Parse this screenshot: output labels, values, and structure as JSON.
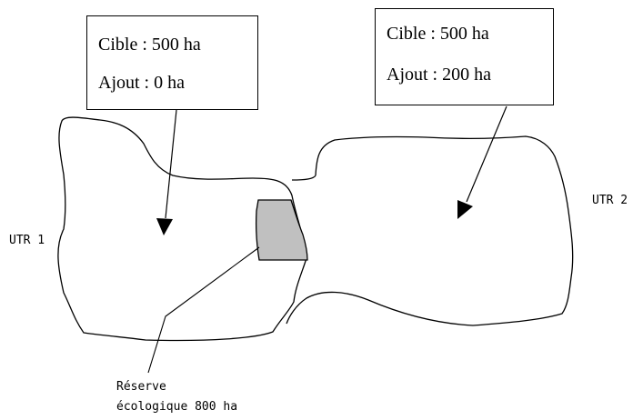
{
  "targets": {
    "left": {
      "cible": "Cible : 500 ha",
      "ajout": "Ajout : 0 ha"
    },
    "right": {
      "cible": "Cible : 500 ha",
      "ajout": "Ajout : 200 ha"
    }
  },
  "regions": {
    "utr1": "UTR 1",
    "utr2": "UTR 2"
  },
  "reserve": {
    "line1": "Réserve",
    "line2": "écologique 800 ha",
    "fill": "#c0c0c0"
  },
  "colors": {
    "stroke": "#000000",
    "background": "#ffffff"
  }
}
